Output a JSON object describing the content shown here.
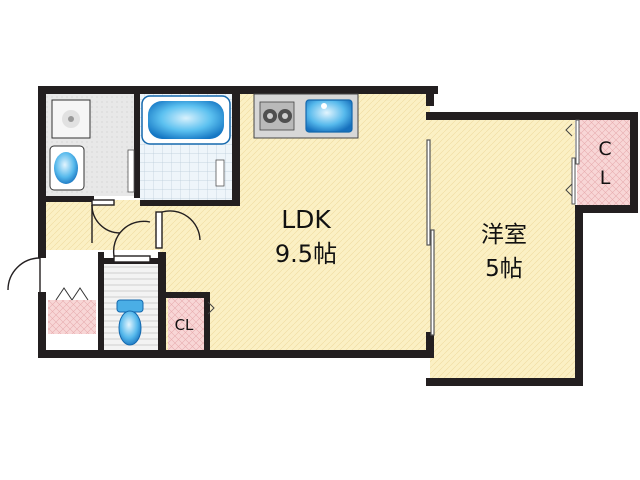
{
  "rooms": {
    "ldk": {
      "name": "LDK",
      "size": "9.5帖"
    },
    "western": {
      "name": "洋室",
      "size": "5帖"
    }
  },
  "closets": {
    "small": "CL",
    "large_c": "C",
    "large_l": "L"
  },
  "colors": {
    "wall": "#231f20",
    "floor": "#fbf0c4",
    "wet_area": "#e9e9e9",
    "closet": "#f6d0d0",
    "fixture_blue": "#1e8fd8",
    "fixture_light": "#bfe6fb",
    "tile": "#d7e9f4"
  }
}
